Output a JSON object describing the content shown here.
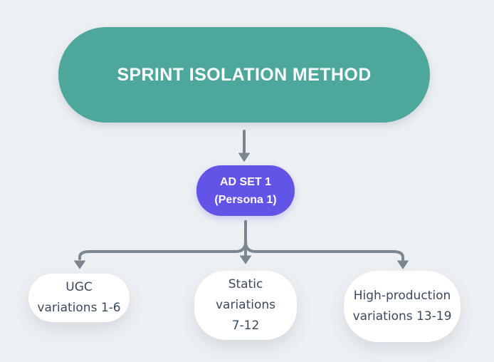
{
  "colors": {
    "bg": "#EDF0F3",
    "teal": "#4DA89B",
    "purple": "#6354E8",
    "arrow": "#7A8692",
    "leaf-bg": "#FFFFFF",
    "leaf-text": "#3A4A5E",
    "node-text": "#FFFFFF"
  },
  "diagram": {
    "root": {
      "label": "SPRINT ISOLATION METHOD"
    },
    "adset": {
      "line1": "AD SET 1",
      "line2": "(Persona 1)"
    },
    "leaves": [
      {
        "lines": [
          "UGC",
          "variations 1-6"
        ]
      },
      {
        "lines": [
          "Static",
          "variations",
          "7-12"
        ]
      },
      {
        "lines": [
          "High-production",
          "variations 13-19"
        ]
      }
    ]
  }
}
